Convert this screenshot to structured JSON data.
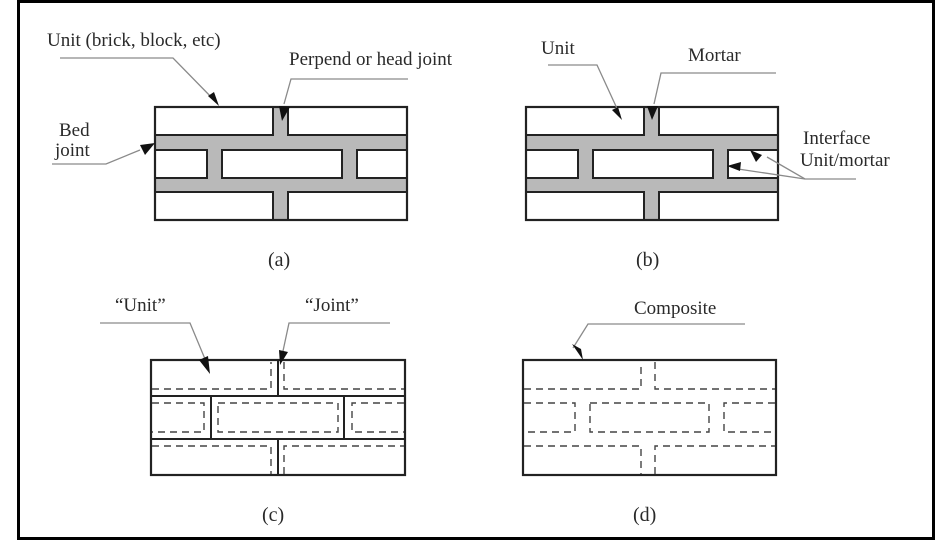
{
  "figure": {
    "panels": [
      {
        "id": "a",
        "caption": "(a)",
        "labels": {
          "unit": "Unit (brick, block, etc)",
          "head_joint": "Perpend or head joint",
          "bed_joint_line1": "Bed",
          "bed_joint_line2": "joint"
        }
      },
      {
        "id": "b",
        "caption": "(b)",
        "labels": {
          "unit": "Unit",
          "mortar": "Mortar",
          "interface_line1": "Interface",
          "interface_line2": "Unit/mortar"
        }
      },
      {
        "id": "c",
        "caption": "(c)",
        "labels": {
          "unit": "“Unit”",
          "joint": "“Joint”"
        }
      },
      {
        "id": "d",
        "caption": "(d)",
        "labels": {
          "composite": "Composite"
        }
      }
    ],
    "colors": {
      "mortar": "#b9b9b9",
      "outline": "#222222",
      "leader": "#8a8a8a",
      "background": "#ffffff"
    }
  }
}
